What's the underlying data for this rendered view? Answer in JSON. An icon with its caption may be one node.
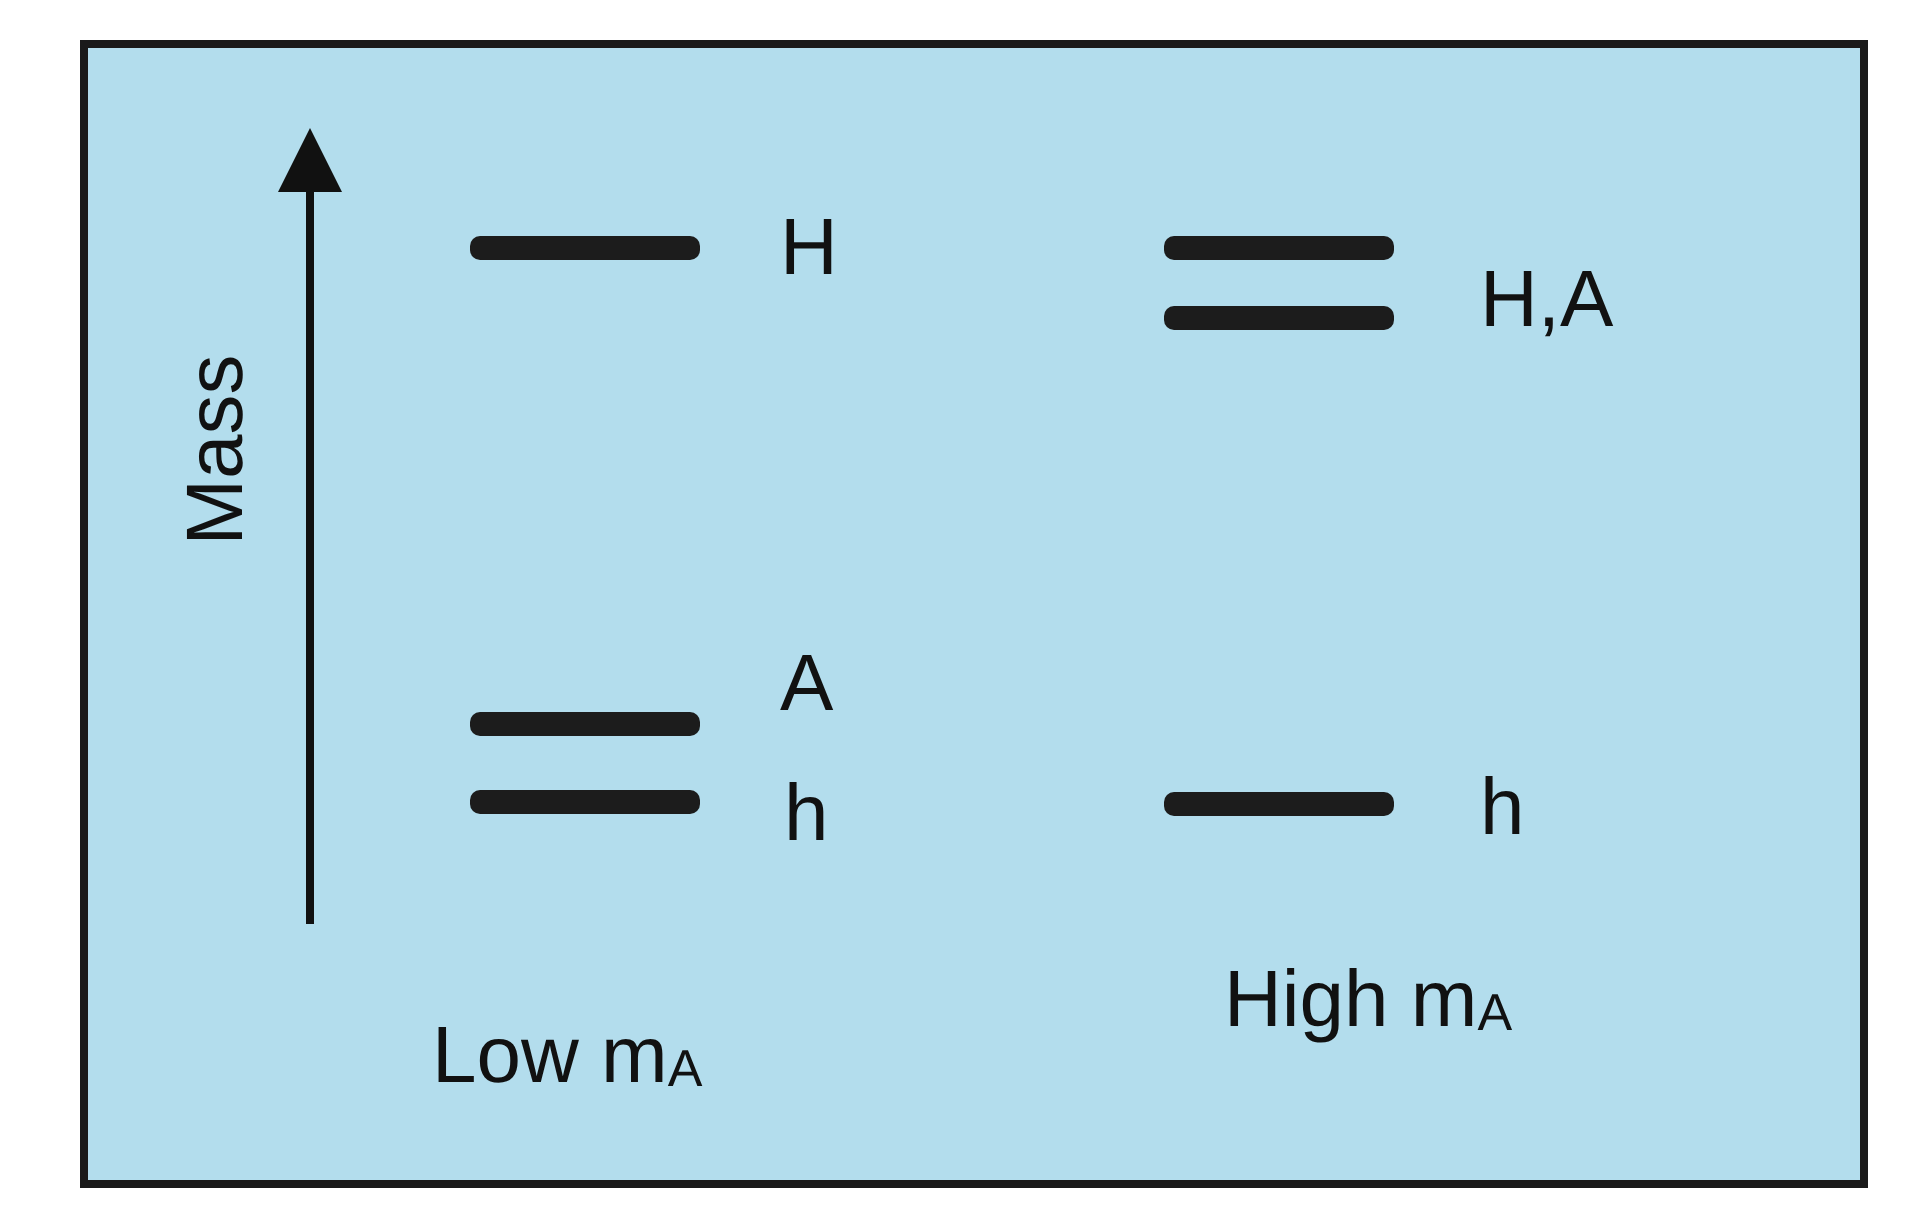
{
  "diagram": {
    "labels": [
      "H",
      "H,A",
      "Mass",
      "A",
      "h",
      "h",
      "High m$_{A}$",
      "Low m$_{A}$"
    ]
  }
}
